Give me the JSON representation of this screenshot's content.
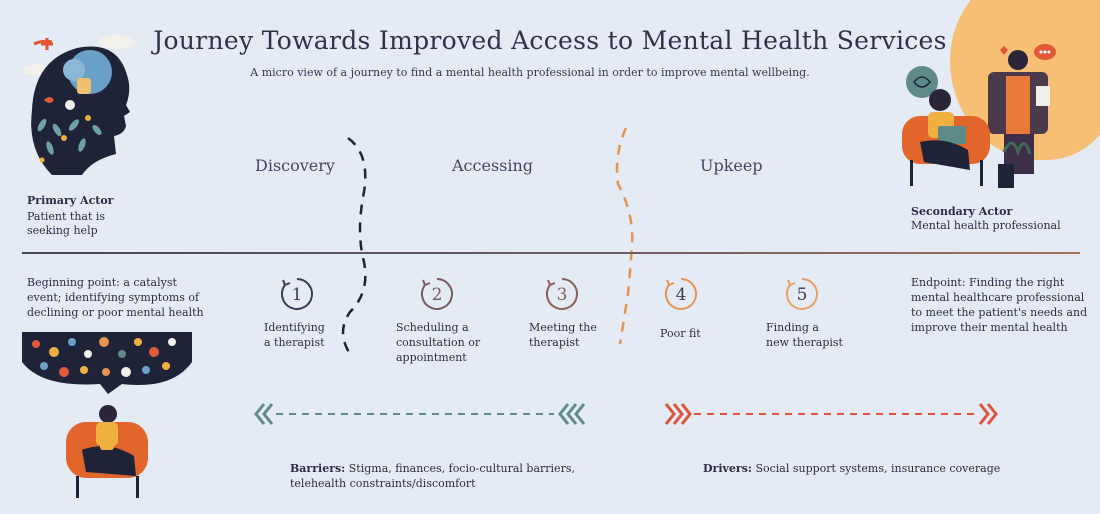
{
  "title": "Journey Towards Improved Access to Mental Health Services",
  "subtitle": "A micro view of  a journey to find a mental health professional in order to improve mental wellbeing.",
  "phases": [
    "Discovery",
    "Accessing",
    "Upkeep"
  ],
  "primary_actor": {
    "heading": "Primary Actor",
    "line1": "Patient that is",
    "line2": "seeking help"
  },
  "secondary_actor": {
    "heading": "Secondary Actor",
    "line1": "Mental health professional"
  },
  "beginning": {
    "line1": "Beginning point: a catalyst",
    "line2": "event; identifying symptoms of",
    "line3": "declining or poor mental health"
  },
  "endpoint": {
    "line1": "Endpoint: Finding the right",
    "line2": "mental healthcare professional",
    "line3": "to meet the patient's needs and",
    "line4": "improve their mental health"
  },
  "steps": [
    {
      "num": "1",
      "line1": "Identifying",
      "line2": "a therapist",
      "line3": ""
    },
    {
      "num": "2",
      "line1": "Scheduling a",
      "line2": "consultation or",
      "line3": "appointment"
    },
    {
      "num": "3",
      "line1": "Meeting the",
      "line2": "therapist",
      "line3": ""
    },
    {
      "num": "4",
      "line1": "Poor fit",
      "line2": "",
      "line3": ""
    },
    {
      "num": "5",
      "line1": "Finding a",
      "line2": "new therapist",
      "line3": ""
    }
  ],
  "barriers": {
    "label": "Barriers:",
    "text1": " Stigma, finances, focio-cultural barriers,",
    "text2": "telehealth constraints/discomfort"
  },
  "drivers": {
    "label": "Drivers:",
    "text": " Social support systems, insurance coverage"
  },
  "colors": {
    "background": "#e4ebf5",
    "step1": "#3e3a55",
    "step2": "#7a5a5e",
    "step3": "#8a5f58",
    "step4": "#e59450",
    "step5": "#e8a060",
    "barrier_arrow": "#5f8a8a",
    "driver_arrow": "#e0523a",
    "accent_orange": "#f6bf74"
  },
  "icons": [
    "head-flowers-illustration",
    "therapist-illustration",
    "patient-armchair-illustration",
    "emoji-thought-bubble"
  ]
}
